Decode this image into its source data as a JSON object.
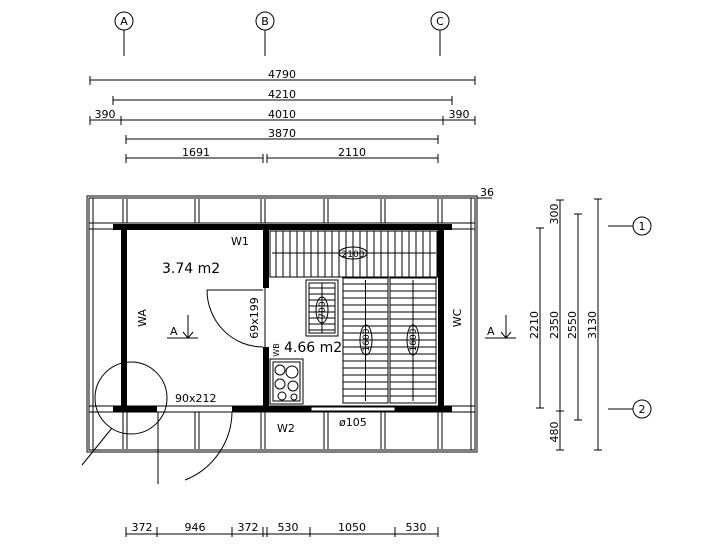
{
  "axes": {
    "top": [
      "A",
      "B",
      "C"
    ],
    "right": [
      "1",
      "2"
    ]
  },
  "dims_top": {
    "overall": "4790",
    "inner": "4210",
    "left_overhang": "390",
    "middle": "4010",
    "right_overhang": "390",
    "walls": "3870",
    "left_room": "1691",
    "right_room": "2110"
  },
  "dims_right": {
    "top_offset": "300",
    "inner": "2210",
    "span": "2350",
    "mid": "2550",
    "overall": "3130",
    "bottom_offset": "480",
    "corner": "36"
  },
  "dims_bottom": [
    "372",
    "946",
    "372",
    "530",
    "1050",
    "530"
  ],
  "rooms": {
    "left_area": "3.74 m2",
    "right_area": "4.66 m2"
  },
  "doors": {
    "inner": "69x199",
    "entrance": "90x212"
  },
  "windows": {
    "w1": "W1",
    "w2": "W2",
    "wa": "WA",
    "wb": "WB",
    "wc": "WC"
  },
  "vent": "ø105",
  "benches": {
    "top": "2100",
    "small": "700",
    "lower_left": "1600",
    "lower_right": "1600"
  },
  "section_label": "A"
}
